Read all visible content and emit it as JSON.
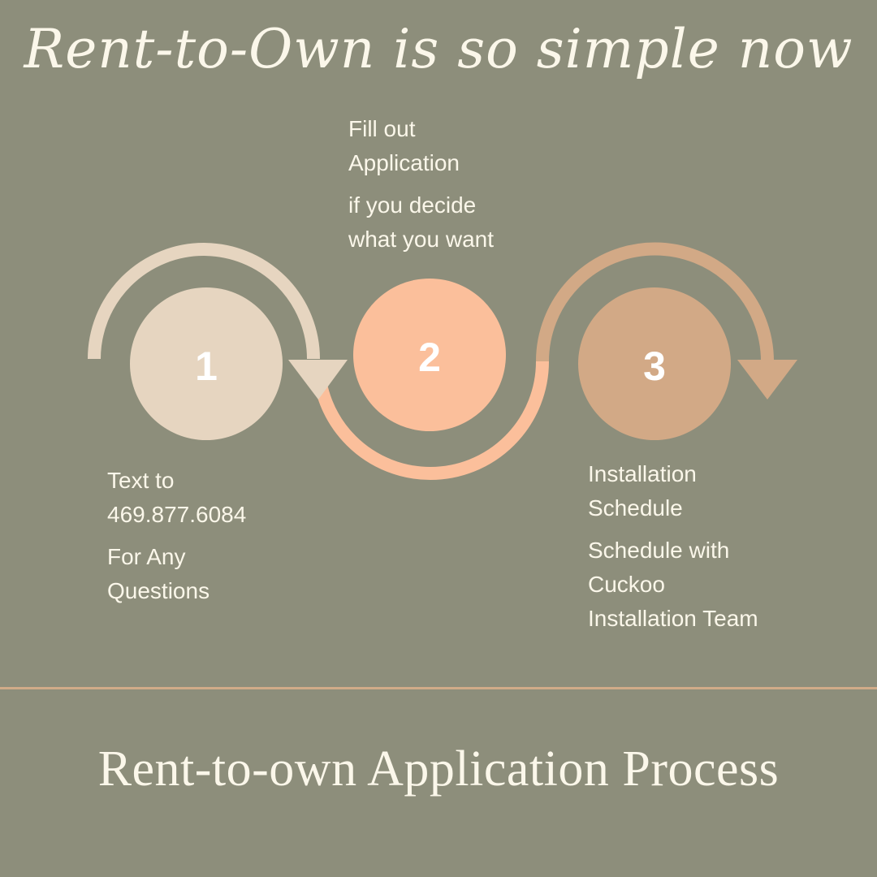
{
  "title": "Rent-to-Own is so simple now",
  "steps": [
    {
      "number": "1",
      "lines_a": [
        "Text to",
        "469.877.6084"
      ],
      "lines_b": [
        "For Any",
        "Questions"
      ],
      "color": "#e6d5c0"
    },
    {
      "number": "2",
      "lines_a": [
        "Fill out",
        "Application"
      ],
      "lines_b": [
        "if you decide",
        "what you want"
      ],
      "color": "#fbbf9b"
    },
    {
      "number": "3",
      "lines_a": [
        "Installation",
        "Schedule"
      ],
      "lines_b": [
        "Schedule with",
        "Cuckoo",
        "Installation Team"
      ],
      "color": "#d2a986"
    }
  ],
  "footer": "Rent-to-own Application Process",
  "colors": {
    "background": "#8d8e7b",
    "text": "#fbf7ea",
    "divider": "#d0ab88"
  }
}
